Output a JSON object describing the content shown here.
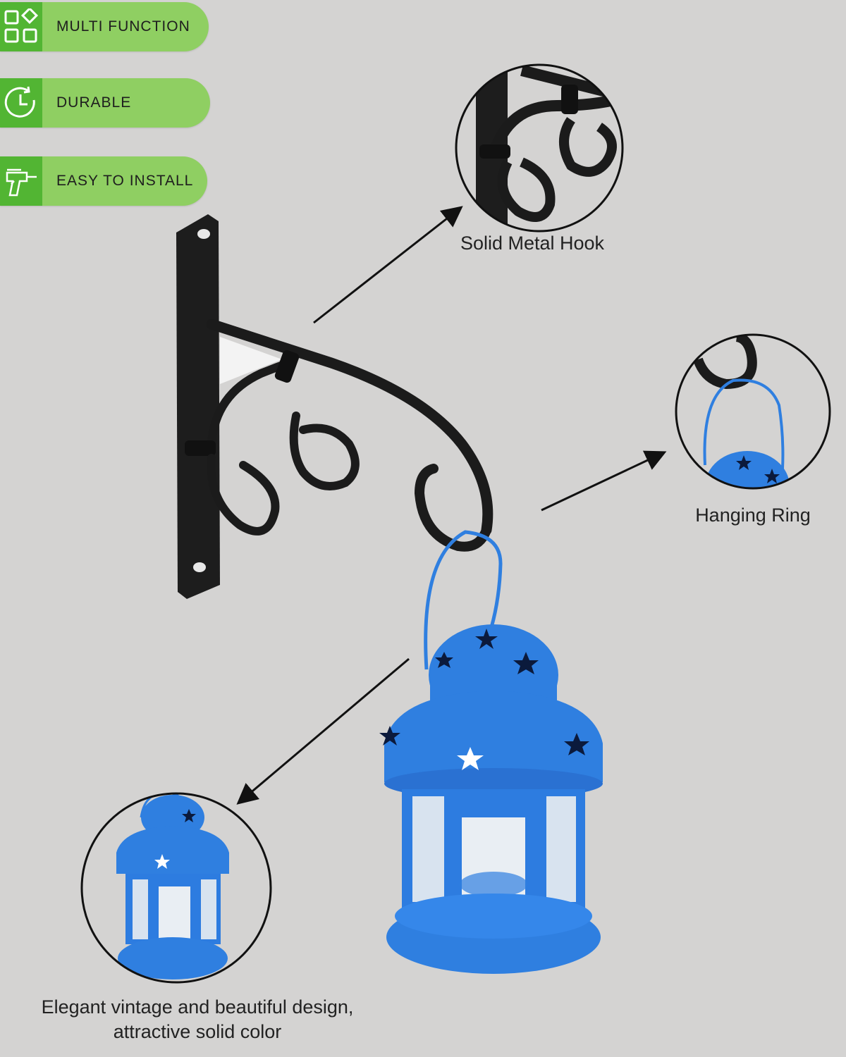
{
  "badges": [
    {
      "label": "MULTI FUNCTION",
      "icon": "grid-shapes-icon"
    },
    {
      "label": "DURABLE",
      "icon": "clock-icon"
    },
    {
      "label": "EASY TO INSTALL",
      "icon": "drill-icon"
    }
  ],
  "callouts": {
    "hook": "Solid Metal Hook",
    "ring": "Hanging Ring",
    "design_line1": "Elegant vintage and beautiful design,",
    "design_line2": "attractive solid color"
  },
  "colors": {
    "background": "#d4d3d2",
    "badge_light": "#8fcf62",
    "badge_dark": "#52b533",
    "lantern_blue": "#2f7fe0",
    "metal": "#1b1b1b"
  }
}
